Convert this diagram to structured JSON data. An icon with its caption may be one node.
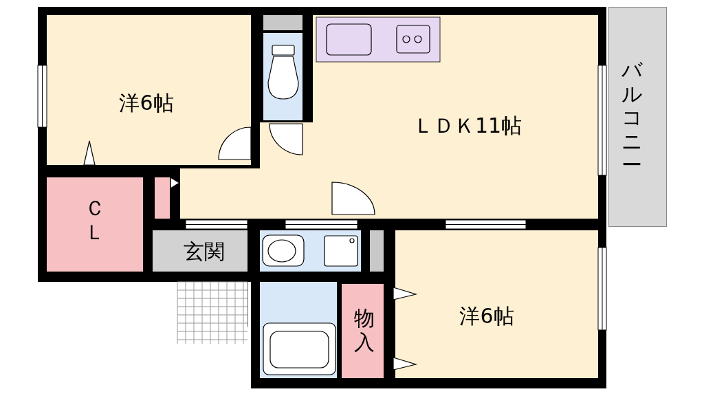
{
  "diagram": {
    "nodes": [
      {
        "text": [
          "洋6帖"
        ]
      },
      {
        "text": [],
        "shape": "box"
      },
      {
        "text": [
          "ＬＤＫ11帖"
        ]
      },
      {
        "text": [
          "バルコニー"
        ]
      },
      {
        "text": [],
        "shape": "box"
      },
      {
        "text": [
          "ＣＬ"
        ]
      },
      {
        "text": [
          "玄関"
        ]
      },
      {
        "text": [],
        "shape": "box"
      },
      {
        "text": [],
        "shape": "box"
      },
      {
        "text": [
          "物入"
        ]
      },
      {
        "text": [
          "洋6帖"
        ]
      }
    ]
  }
}
